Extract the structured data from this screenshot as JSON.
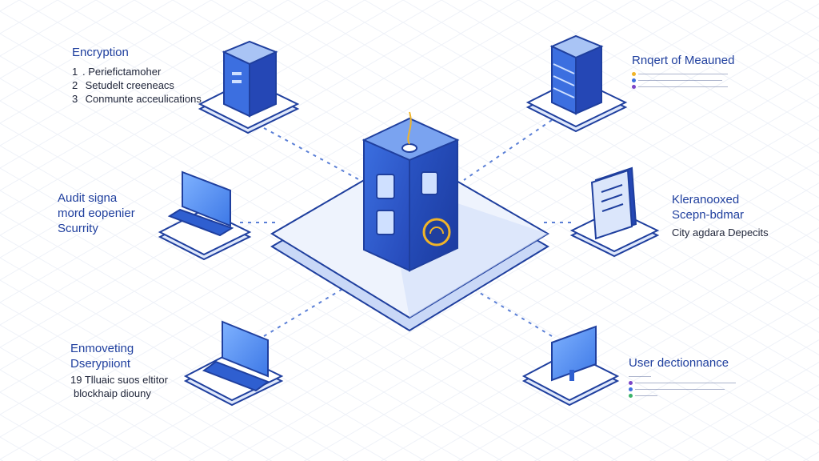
{
  "colors": {
    "primary_blue": "#2f5fd0",
    "dark_blue": "#1f3f9e",
    "light_blue": "#dfe8fb",
    "text_dark": "#20263a",
    "connector": "#5a7fd6",
    "lock_ring": "#f0b429"
  },
  "icons": {
    "hub": "server-tower-icon",
    "top_left": "server-icon",
    "top_right": "server-rack-icon",
    "mid_left": "monitor-icon",
    "mid_right": "document-stack-icon",
    "bottom_left": "laptop-icon",
    "bottom_right": "monitor-icon",
    "lock": "lock-icon"
  },
  "labels": {
    "top_left": {
      "title": "Encryption",
      "items": [
        {
          "num": "1",
          "text": "Periefictamoher"
        },
        {
          "num": "2",
          "text": "Setudelt creeneacs"
        },
        {
          "num": "3",
          "text": "Conmunte acceulications"
        }
      ]
    },
    "top_right": {
      "title": "Rnqert of Meauned"
    },
    "mid_left": {
      "lines": [
        "Audit signa",
        "mord eopenier",
        "Scurrity"
      ]
    },
    "mid_right": {
      "title_lines": [
        "Kleranooxed",
        "Scepn-bdmar"
      ],
      "subtitle": "City agdara Depecits"
    },
    "bottom_left": {
      "title_lines": [
        "Enmoveting",
        "Dserypiiont"
      ],
      "prefix": "19",
      "text_lines": [
        "Tlluaic suos eltitor",
        "blockhaip diouny"
      ]
    },
    "bottom_right": {
      "title": "User dectionnance"
    }
  }
}
